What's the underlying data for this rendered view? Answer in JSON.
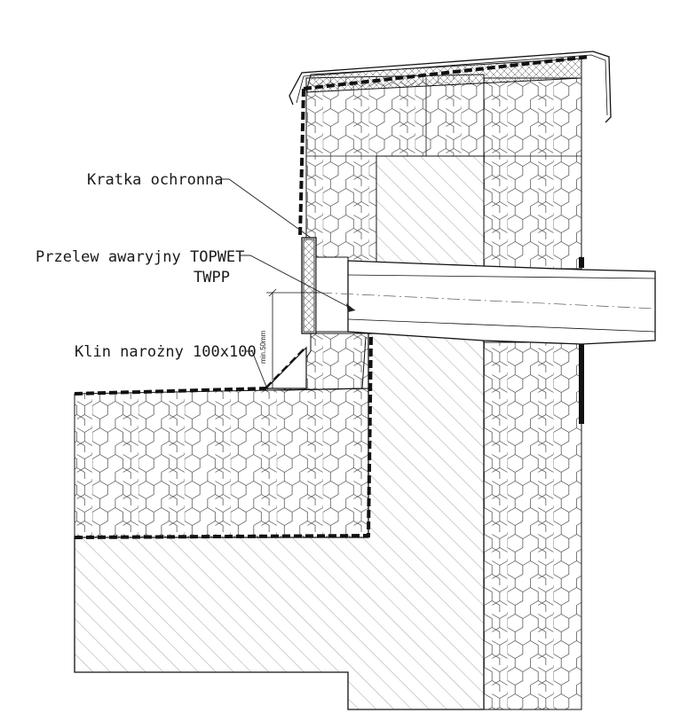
{
  "labels": {
    "protective_grate": "Kratka ochronna",
    "overflow_line1": "Przelew awaryjny TOPWET",
    "overflow_line2": "TWPP",
    "corner_wedge": "Klin narożny 100x100",
    "dimension": "min.50mm"
  }
}
